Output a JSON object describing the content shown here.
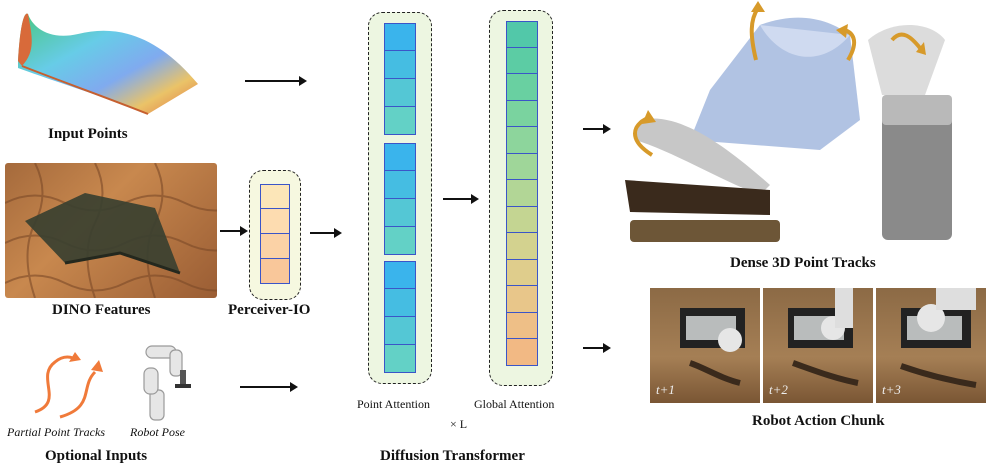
{
  "inputs": {
    "input_points_label": "Input Points",
    "dino_label": "DINO Features",
    "optional_label": "Optional Inputs",
    "partial_tracks_label": "Partial Point Tracks",
    "robot_pose_label": "Robot Pose"
  },
  "perceiver": {
    "label": "Perceiver-IO"
  },
  "transformer": {
    "point_attention_label": "Point Attention",
    "global_attention_label": "Global Attention",
    "repeat_label": "× L",
    "title": "Diffusion Transformer"
  },
  "outputs": {
    "tracks_label": "Dense 3D Point Tracks",
    "action_label": "Robot Action Chunk",
    "frames": [
      "t+1",
      "t+2",
      "t+3"
    ]
  },
  "colors": {
    "perceiver_bg": "#f6f8e0",
    "transformer_bg": "#edf6e1",
    "token_border": "#3b55c8",
    "track_arrow": "#d79a2a",
    "partial_track": "#f07a3a"
  }
}
